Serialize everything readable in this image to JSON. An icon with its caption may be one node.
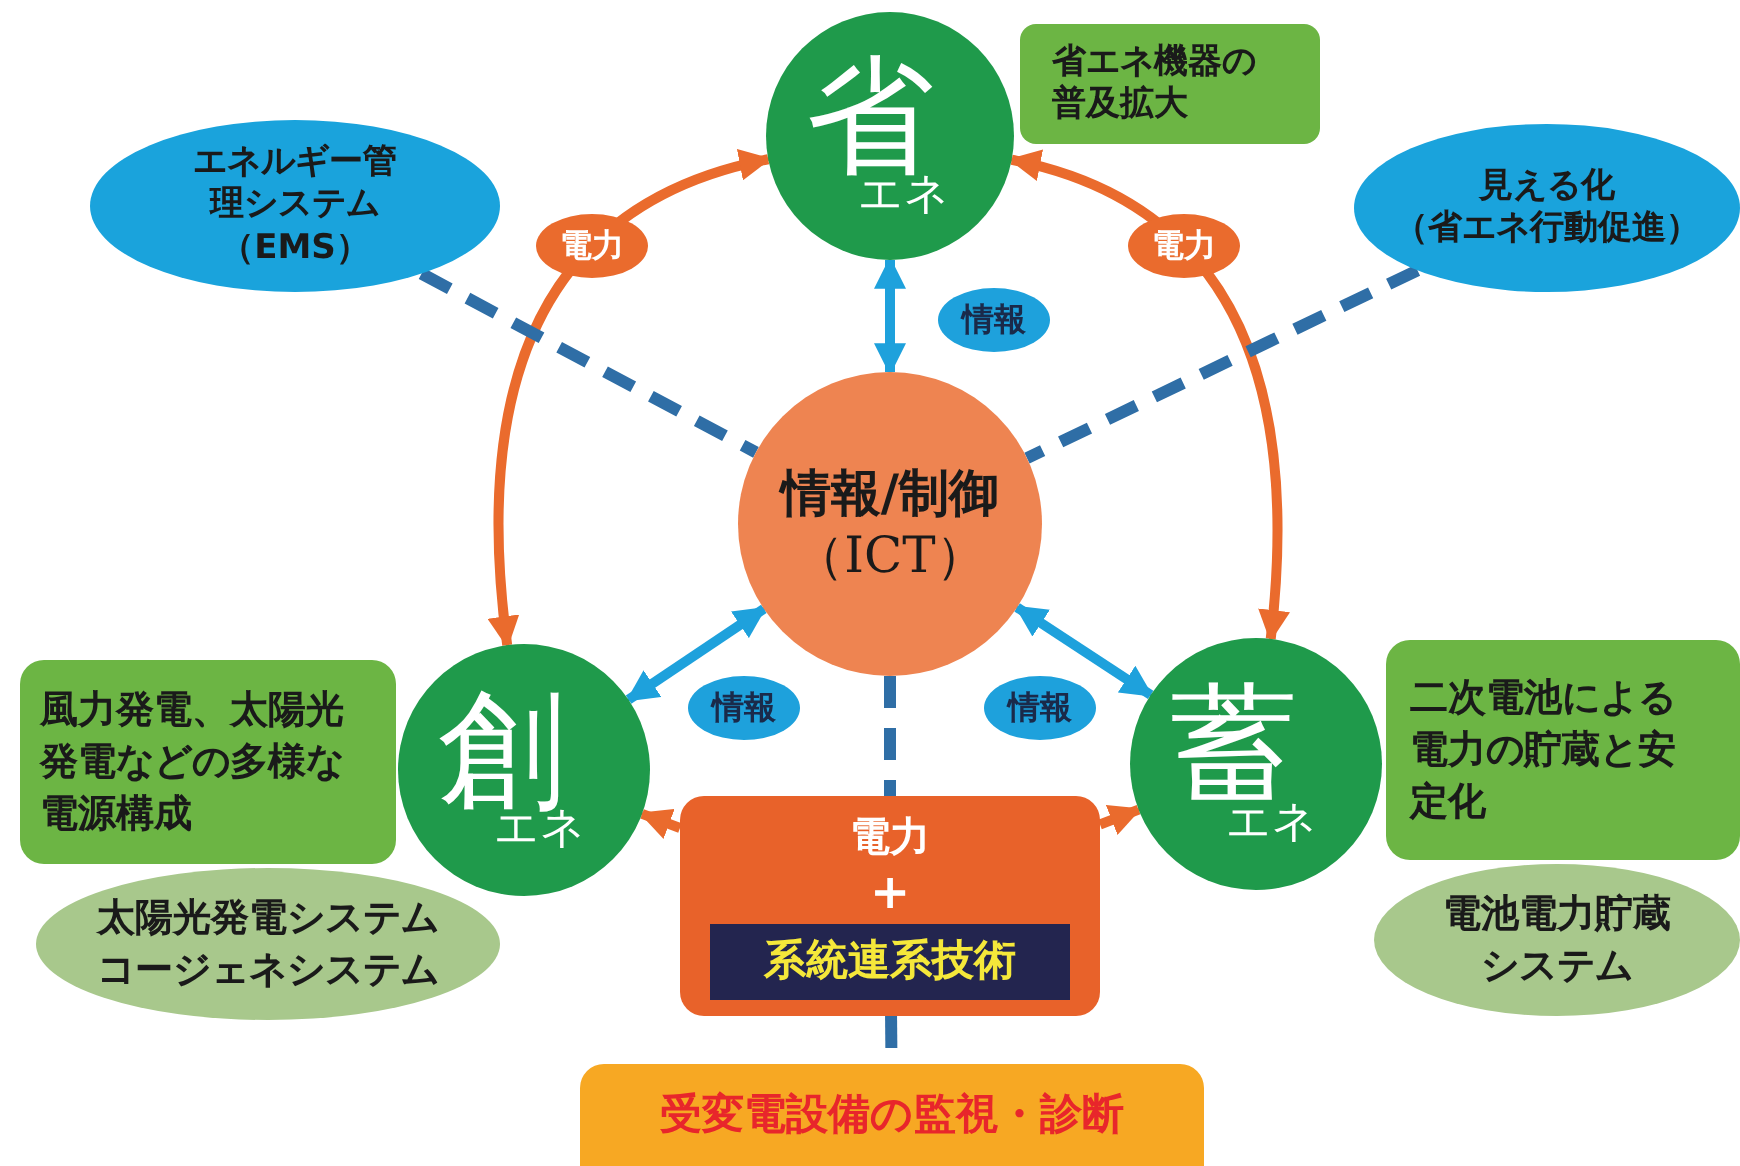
{
  "diagram": {
    "nodes": [
      {
        "text": [
          "省",
          "エネ"
        ]
      },
      {
        "text": [
          "省エネ機器の普及拡大"
        ]
      },
      {
        "text": [
          "エネルギー管理システム",
          "（EMS）"
        ]
      },
      {
        "text": [
          "見える化",
          "（省エネ行動促進）"
        ]
      },
      {
        "text": [
          "情報/制御",
          "（ICT）"
        ]
      },
      {
        "text": [
          "創",
          "エネ"
        ]
      },
      {
        "text": [
          "風力発電、太陽光発電などの多様な電源構成"
        ]
      },
      {
        "text": [
          "太陽光発電システムコージェネシステム"
        ]
      },
      {
        "text": [
          "蓄",
          "エネ"
        ]
      },
      {
        "text": [
          "二次電池による電力の貯蔵と安定化"
        ]
      },
      {
        "text": [
          "電池電力貯蔵システム"
        ]
      },
      {
        "text": [
          "電力",
          "+"
        ]
      },
      {
        "text": [
          "系統連系技術"
        ],
        "in": 11
      },
      {
        "text": [
          "受変電設備の監視・診断"
        ]
      }
    ],
    "edges": [
      {
        "from": 5,
        "to": 0,
        "arrow": "both",
        "label": "電力"
      },
      {
        "from": 0,
        "to": 8,
        "arrow": "both",
        "label": "電力"
      },
      {
        "from": 0,
        "to": 4,
        "arrow": "both",
        "label": "情報",
        "color": "#1ea1dc"
      },
      {
        "from": 4,
        "to": 5,
        "arrow": "both",
        "label": "情報",
        "color": "#1ea1dc"
      },
      {
        "from": 4,
        "to": 8,
        "arrow": "both",
        "label": "情報",
        "color": "#1ea1dc"
      },
      {
        "from": 2,
        "to": 4,
        "arrow": "none",
        "style": "dashed",
        "color": "#2f6ea6"
      },
      {
        "from": 3,
        "to": 4,
        "arrow": "none",
        "style": "dashed",
        "color": "#2f6ea6"
      },
      {
        "from": 4,
        "to": 11,
        "arrow": "none",
        "style": "dashed",
        "color": "#2f6ea6"
      },
      {
        "from": 11,
        "to": 13,
        "arrow": "none",
        "style": "dashed",
        "color": "#2f6ea6"
      },
      {
        "from": 11,
        "to": 5,
        "arrow": "to"
      },
      {
        "from": 11,
        "to": 8,
        "arrow": "to"
      }
    ]
  }
}
